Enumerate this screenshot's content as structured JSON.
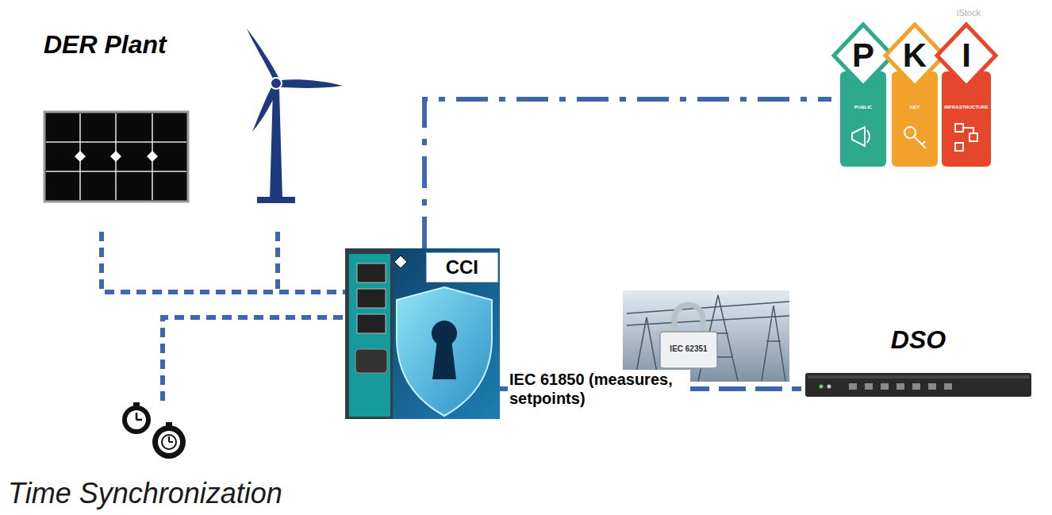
{
  "diagram": {
    "nodes": [
      {
        "text": [
          "DER Plant"
        ]
      },
      {
        "text": [
          "P",
          "PUBLIC"
        ]
      },
      {
        "text": [
          "K",
          "KEY"
        ]
      },
      {
        "text": [
          "I",
          "INFRASTRUCTURE"
        ]
      },
      {
        "text": [
          "CCI"
        ]
      },
      {
        "text": [
          "DSO"
        ]
      },
      {
        "text": [
          "Time Synchronization"
        ]
      }
    ],
    "edges": [
      {
        "from": 0,
        "to": 4,
        "arrow": "none"
      },
      {
        "from": 6,
        "to": 4,
        "arrow": "none"
      },
      {
        "from": 4,
        "to": 1,
        "arrow": "none"
      },
      {
        "from": 4,
        "to": 5,
        "label": "IEC 61850 (measures, setpoints)",
        "arrow": "none"
      }
    ],
    "labels": [
      "IEC 62351",
      "iStock"
    ]
  }
}
